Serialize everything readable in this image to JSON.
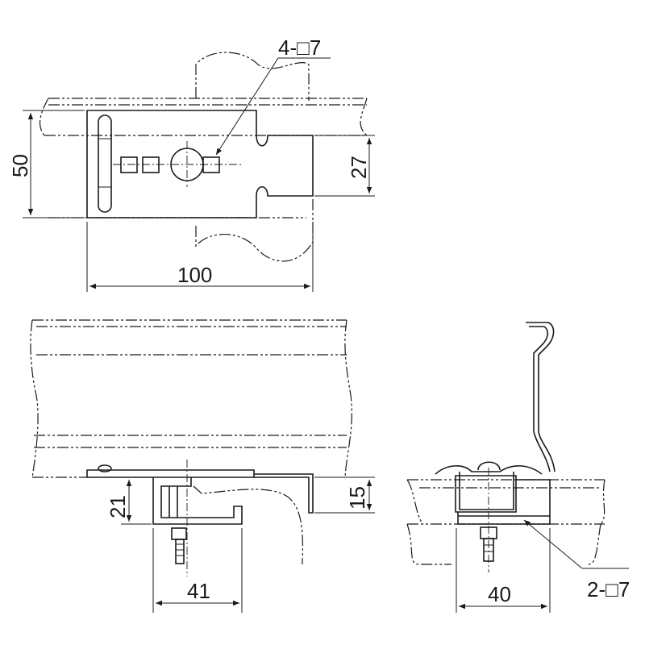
{
  "top_view": {
    "hole_callout": "4-□7",
    "dim_height": "50",
    "dim_slot": "27",
    "dim_length": "100"
  },
  "side_view": {
    "dim_height": "21",
    "dim_width": "41",
    "dim_offset": "15"
  },
  "end_view": {
    "dim_width": "40",
    "hole_callout": "2-□7"
  },
  "colors": {
    "line": "#1a1a1a",
    "background": "#ffffff"
  }
}
